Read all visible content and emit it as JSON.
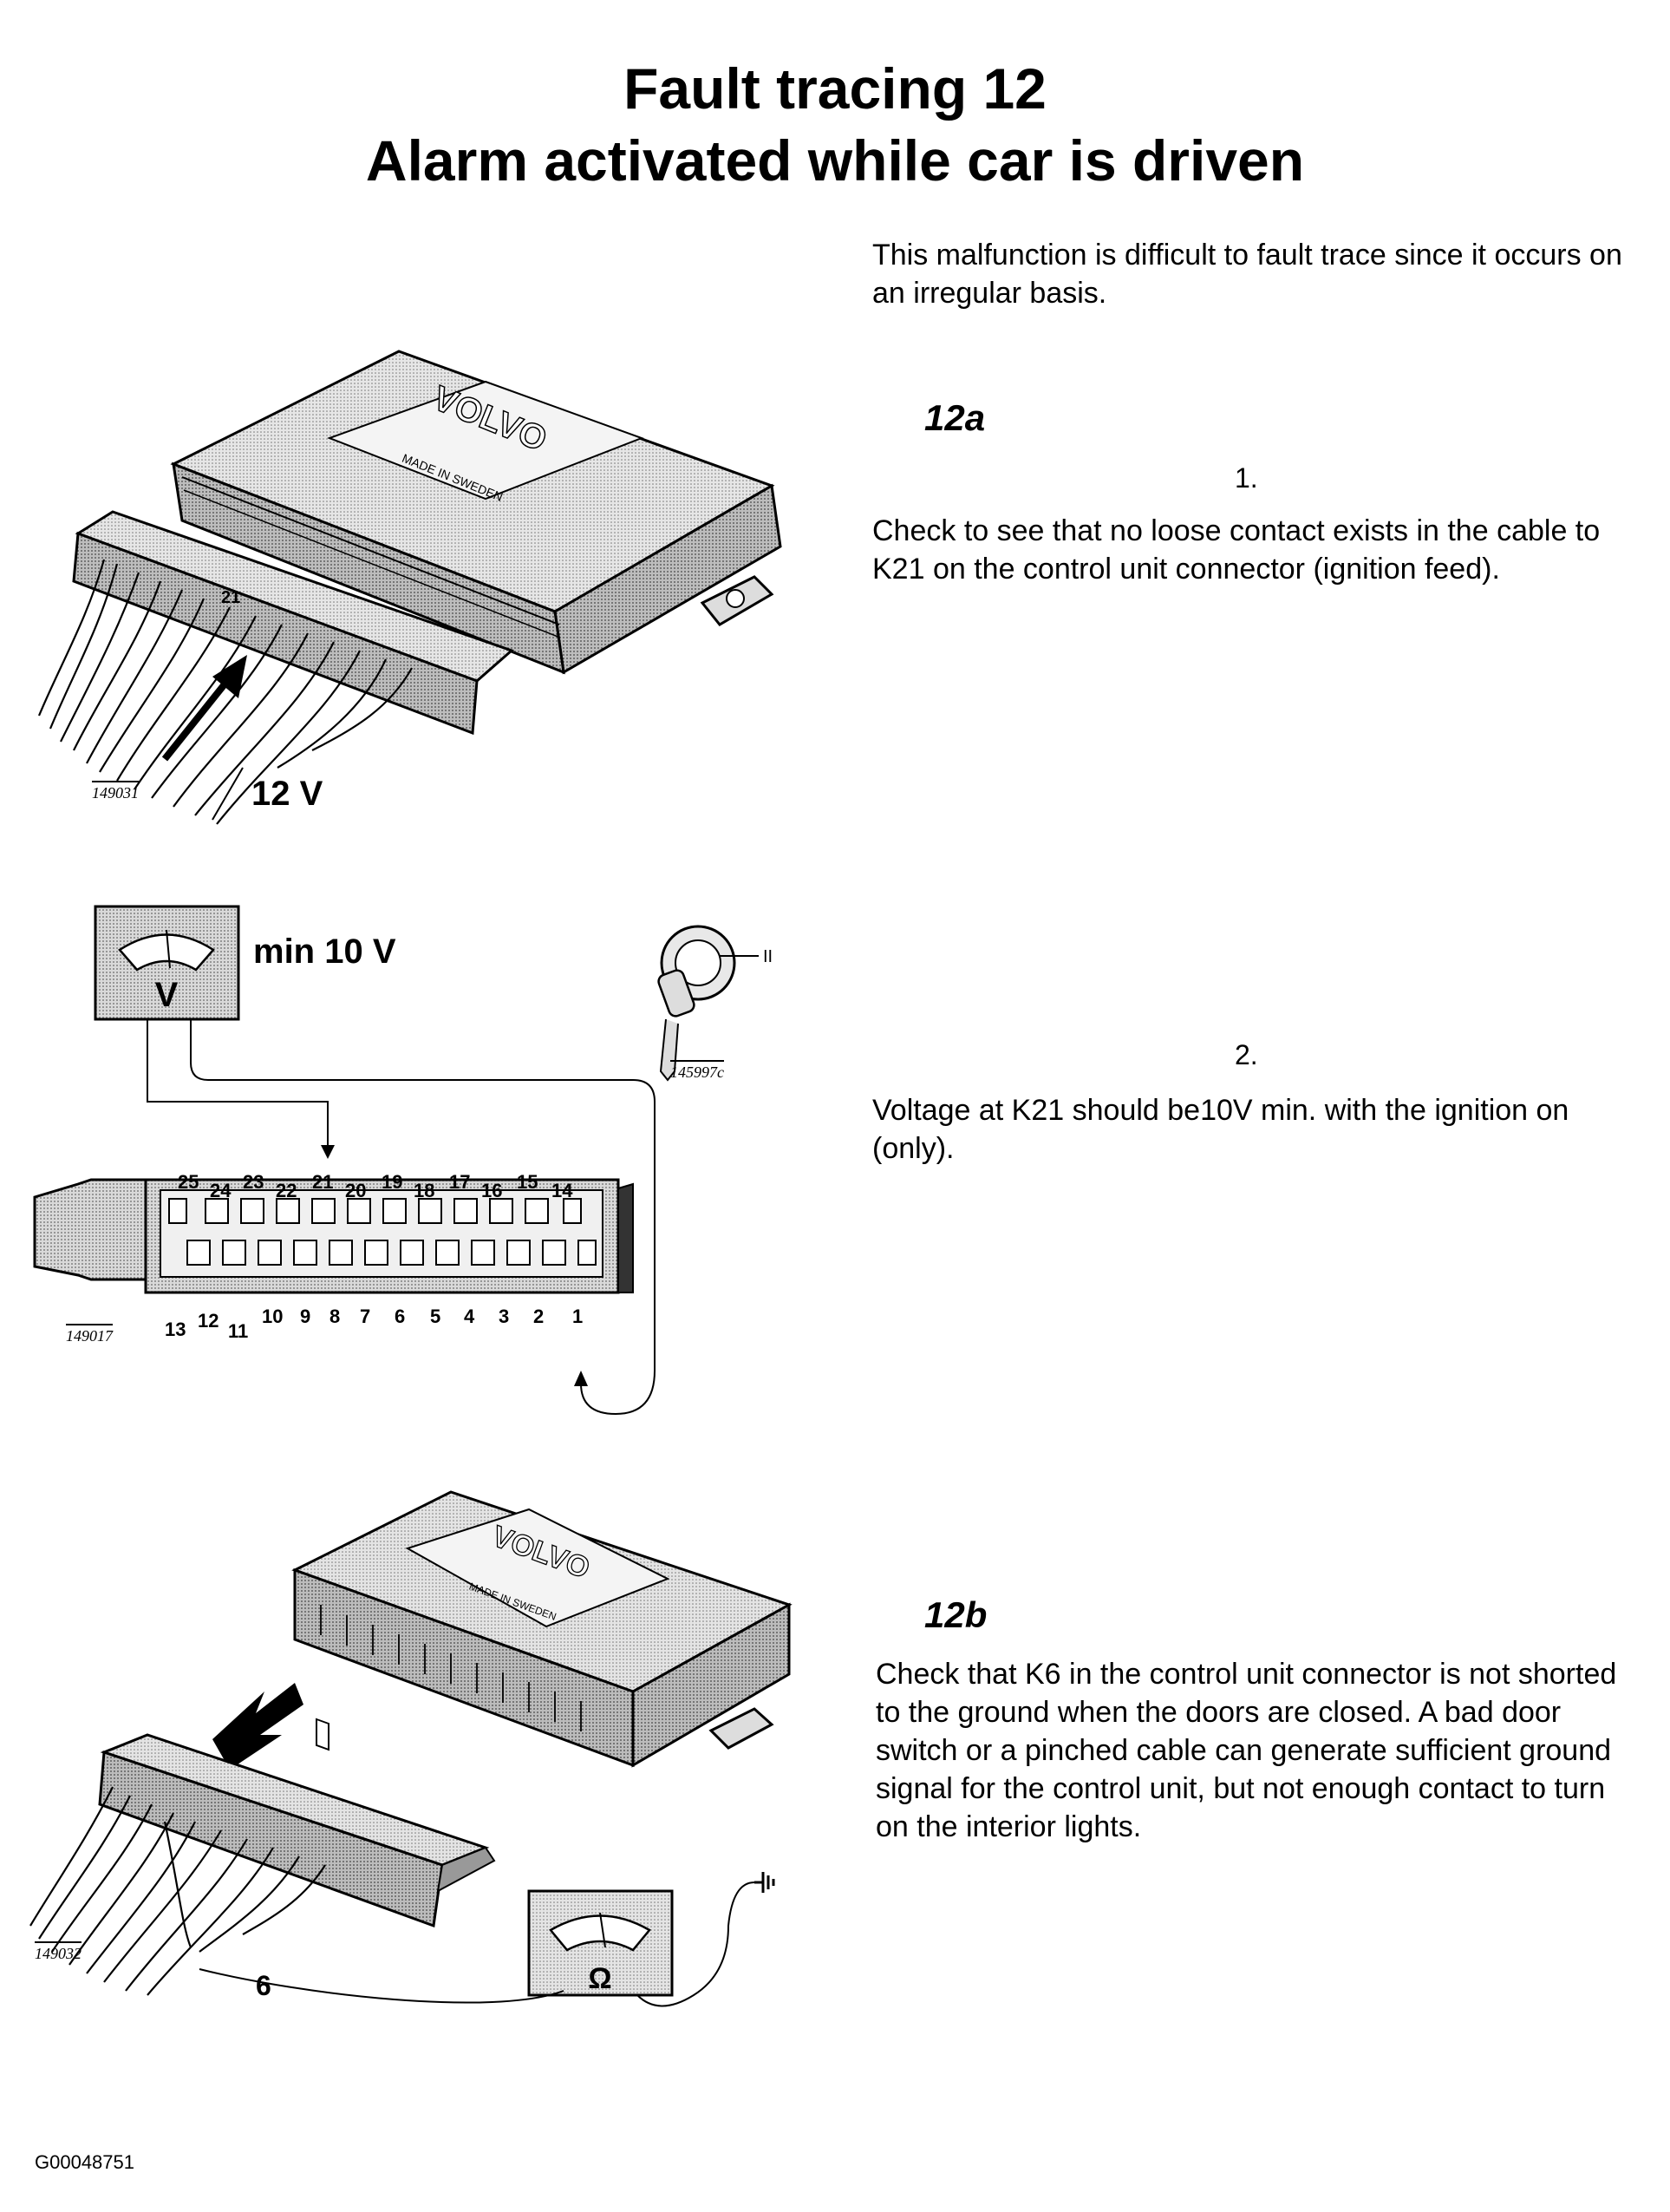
{
  "title_line1": "Fault tracing 12",
  "title_line2": "Alarm activated while car is driven",
  "intro": "This malfunction is difficult to fault trace since it occurs on an irregular basis.",
  "section_a": {
    "heading": "12a",
    "step1_number": "1.",
    "step1_text": "Check to see that no loose contact exists in the cable to K21 on the control unit connector (ignition feed).",
    "step2_number": "2.",
    "step2_text": "Voltage at K21 should be10V min. with the ignition on (only)."
  },
  "section_b": {
    "heading": "12b",
    "text": "Check that K6 in the control unit connector is not shorted to the ground when the doors are closed. A bad door switch or a pinched cable can generate sufficient ground signal for the control unit, but not enough contact to turn on the interior lights."
  },
  "figure1": {
    "code": "149031",
    "brand": "VOLVO",
    "made_in": "MADE IN SWEDEN",
    "pin_label": "21",
    "voltage": "12 V"
  },
  "figure2": {
    "meter_symbol": "V",
    "meter_label": "min 10 V",
    "switch_code": "145997c",
    "switch_position": "II",
    "connector_code": "149017",
    "top_pins": [
      "25",
      "24",
      "23",
      "22",
      "21",
      "20",
      "19",
      "18",
      "17",
      "16",
      "15",
      "14"
    ],
    "bottom_pins": [
      "13",
      "12",
      "11",
      "10",
      "9",
      "8",
      "7",
      "6",
      "5",
      "4",
      "3",
      "2",
      "1"
    ]
  },
  "figure3": {
    "code": "149032",
    "brand": "VOLVO",
    "made_in": "MADE IN SWEDEN",
    "meter_symbol": "Ω",
    "pin_label": "6"
  },
  "footer_code": "G00048751"
}
